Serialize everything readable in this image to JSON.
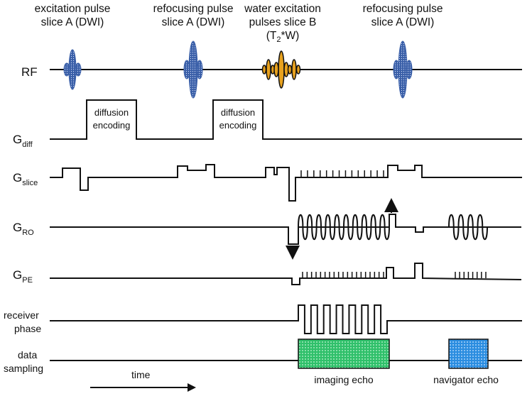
{
  "headers": {
    "h1_line1": "excitation pulse",
    "h1_line2": "slice A (DWI)",
    "h2_line1": "refocusing pulse",
    "h2_line2": "slice A (DWI)",
    "h3_line1": "water excitation",
    "h3_line2": "pulses slice B",
    "h3_line3_pre": "(T",
    "h3_line3_sub": "2",
    "h3_line3_post": "*W)",
    "h4_line1": "refocusing pulse",
    "h4_line2": "slice A (DWI)"
  },
  "rows": {
    "rf": "RF",
    "gdiff_main": "G",
    "gdiff_sub": "diff",
    "gslice_main": "G",
    "gslice_sub": "slice",
    "gro_main": "G",
    "gro_sub": "RO",
    "gpe_main": "G",
    "gpe_sub": "PE",
    "receiver_line1": "receiver",
    "receiver_line2": "phase",
    "sampling_line1": "data",
    "sampling_line2": "sampling"
  },
  "annotations": {
    "diffusion1_line1": "diffusion",
    "diffusion1_line2": "encoding",
    "diffusion2_line1": "diffusion",
    "diffusion2_line2": "encoding",
    "imaging_echo": "imaging echo",
    "navigator_echo": "navigator echo",
    "time": "time"
  },
  "colors": {
    "dwi_pulse": "#3a5fa8",
    "water_pulse": "#e8a21f",
    "imaging_echo": "#2fc06a",
    "navigator_echo": "#2b8de0",
    "line": "#111111"
  }
}
